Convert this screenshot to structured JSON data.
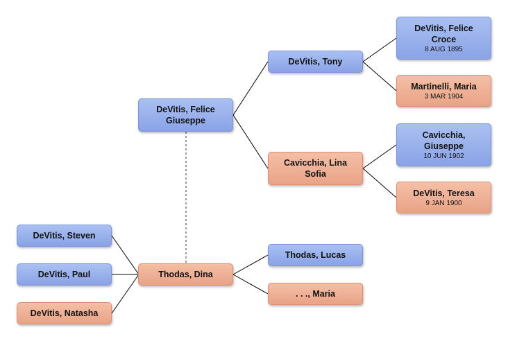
{
  "people": {
    "felice_giuseppe": {
      "name": "DeVitis, Felice Giuseppe",
      "date": ""
    },
    "tony": {
      "name": "DeVitis, Tony",
      "date": ""
    },
    "lina_sofia": {
      "name": "Cavicchia, Lina Sofia",
      "date": ""
    },
    "felice_croce": {
      "name": "DeVitis, Felice Croce",
      "date": "8 AUG 1895"
    },
    "maria_martinelli": {
      "name": "Martinelli, Maria",
      "date": "3 MAR 1904"
    },
    "giuseppe_cavicchia": {
      "name": "Cavicchia, Giuseppe",
      "date": "10 JUN 1902"
    },
    "teresa": {
      "name": "DeVitis, Teresa",
      "date": "9 JAN 1900"
    },
    "dina": {
      "name": "Thodas, Dina",
      "date": ""
    },
    "lucas": {
      "name": "Thodas, Lucas",
      "date": ""
    },
    "maria_thodas": {
      "name": ". . ., Maria",
      "date": ""
    },
    "steven": {
      "name": "DeVitis, Steven",
      "date": ""
    },
    "paul": {
      "name": "DeVitis, Paul",
      "date": ""
    },
    "natasha": {
      "name": "DeVitis, Natasha",
      "date": ""
    }
  },
  "colors": {
    "male": "#8aa3e6",
    "female": "#e9a387",
    "connector": "#000000",
    "spouse_connector": "#555555"
  }
}
